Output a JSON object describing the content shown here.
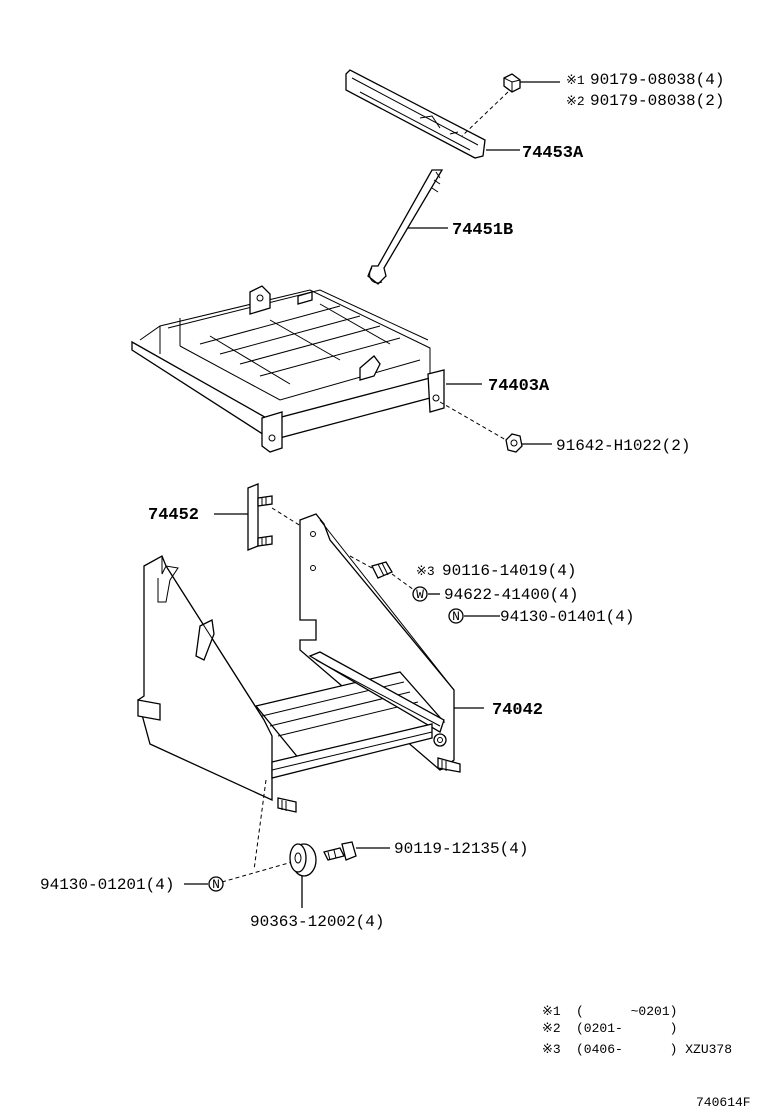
{
  "callouts": {
    "nut_top_1": {
      "mark": "※1",
      "part": "90179-08038(4)"
    },
    "nut_top_2": {
      "mark": "※2",
      "part": "90179-08038(2)"
    },
    "clamp": "74453A",
    "rod": "74451B",
    "tray": "74403A",
    "tray_nut": "91642-H1022(2)",
    "bracket": "74452",
    "bolt_3": {
      "mark": "※3",
      "part": "90116-14019(4)"
    },
    "washer": "94622-41400(4)",
    "nut_right": "94130-01401(4)",
    "carrier": "74042",
    "bolt_bottom": "90119-12135(4)",
    "nut_left": "94130-01201(4)",
    "cushion": "90363-12002(4)"
  },
  "symbols": {
    "w": "W",
    "n": "N"
  },
  "notes": [
    {
      "mark": "※1",
      "text": "(      ~0201)"
    },
    {
      "mark": "※2",
      "text": "(0201-      )"
    },
    {
      "mark": "※3",
      "text": "(0406-      ) XZU378"
    }
  ],
  "drawing_number": "740614F"
}
